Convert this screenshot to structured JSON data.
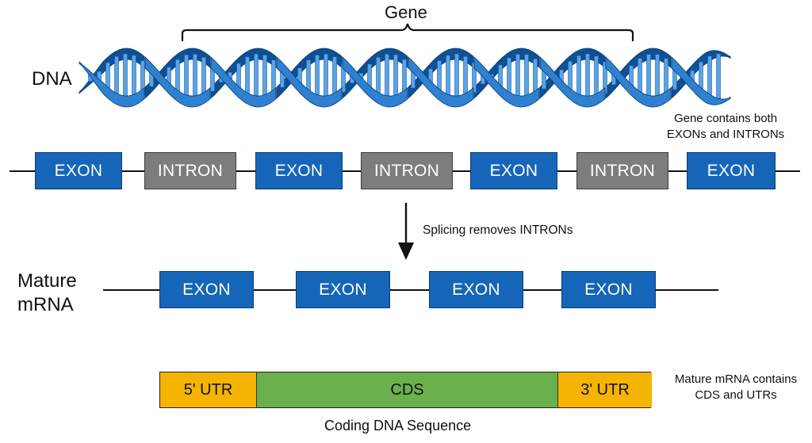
{
  "labels": {
    "gene": "Gene",
    "dna": "DNA",
    "gene_note_line1": "Gene contains both",
    "gene_note_line2": "EXONs and INTRONs",
    "splice_note": "Splicing removes INTRONs",
    "mrna_line1": "Mature",
    "mrna_line2": "mRNA",
    "mrna_note_line1": "Mature mRNA contains",
    "mrna_note_line2": "CDS and UTRs",
    "cds_caption": "Coding DNA Sequence"
  },
  "gene_blocks": [
    {
      "label": "EXON",
      "kind": "exon"
    },
    {
      "label": "INTRON",
      "kind": "intron"
    },
    {
      "label": "EXON",
      "kind": "exon"
    },
    {
      "label": "INTRON",
      "kind": "intron"
    },
    {
      "label": "EXON",
      "kind": "exon"
    },
    {
      "label": "INTRON",
      "kind": "intron"
    },
    {
      "label": "EXON",
      "kind": "exon"
    }
  ],
  "mrna_blocks": [
    {
      "label": "EXON"
    },
    {
      "label": "EXON"
    },
    {
      "label": "EXON"
    },
    {
      "label": "EXON"
    }
  ],
  "mrna_bar": [
    {
      "label": "5' UTR",
      "color": "#f5b400"
    },
    {
      "label": "CDS",
      "color": "#6ab04c"
    },
    {
      "label": "3' UTR",
      "color": "#f5b400"
    }
  ],
  "colors": {
    "exon": "#1565b8",
    "intron": "#7d7d7d",
    "dna_strand": "#2f80d0",
    "dna_strand_dark": "#0f4f93",
    "dna_rung": "#5aa4e6"
  }
}
